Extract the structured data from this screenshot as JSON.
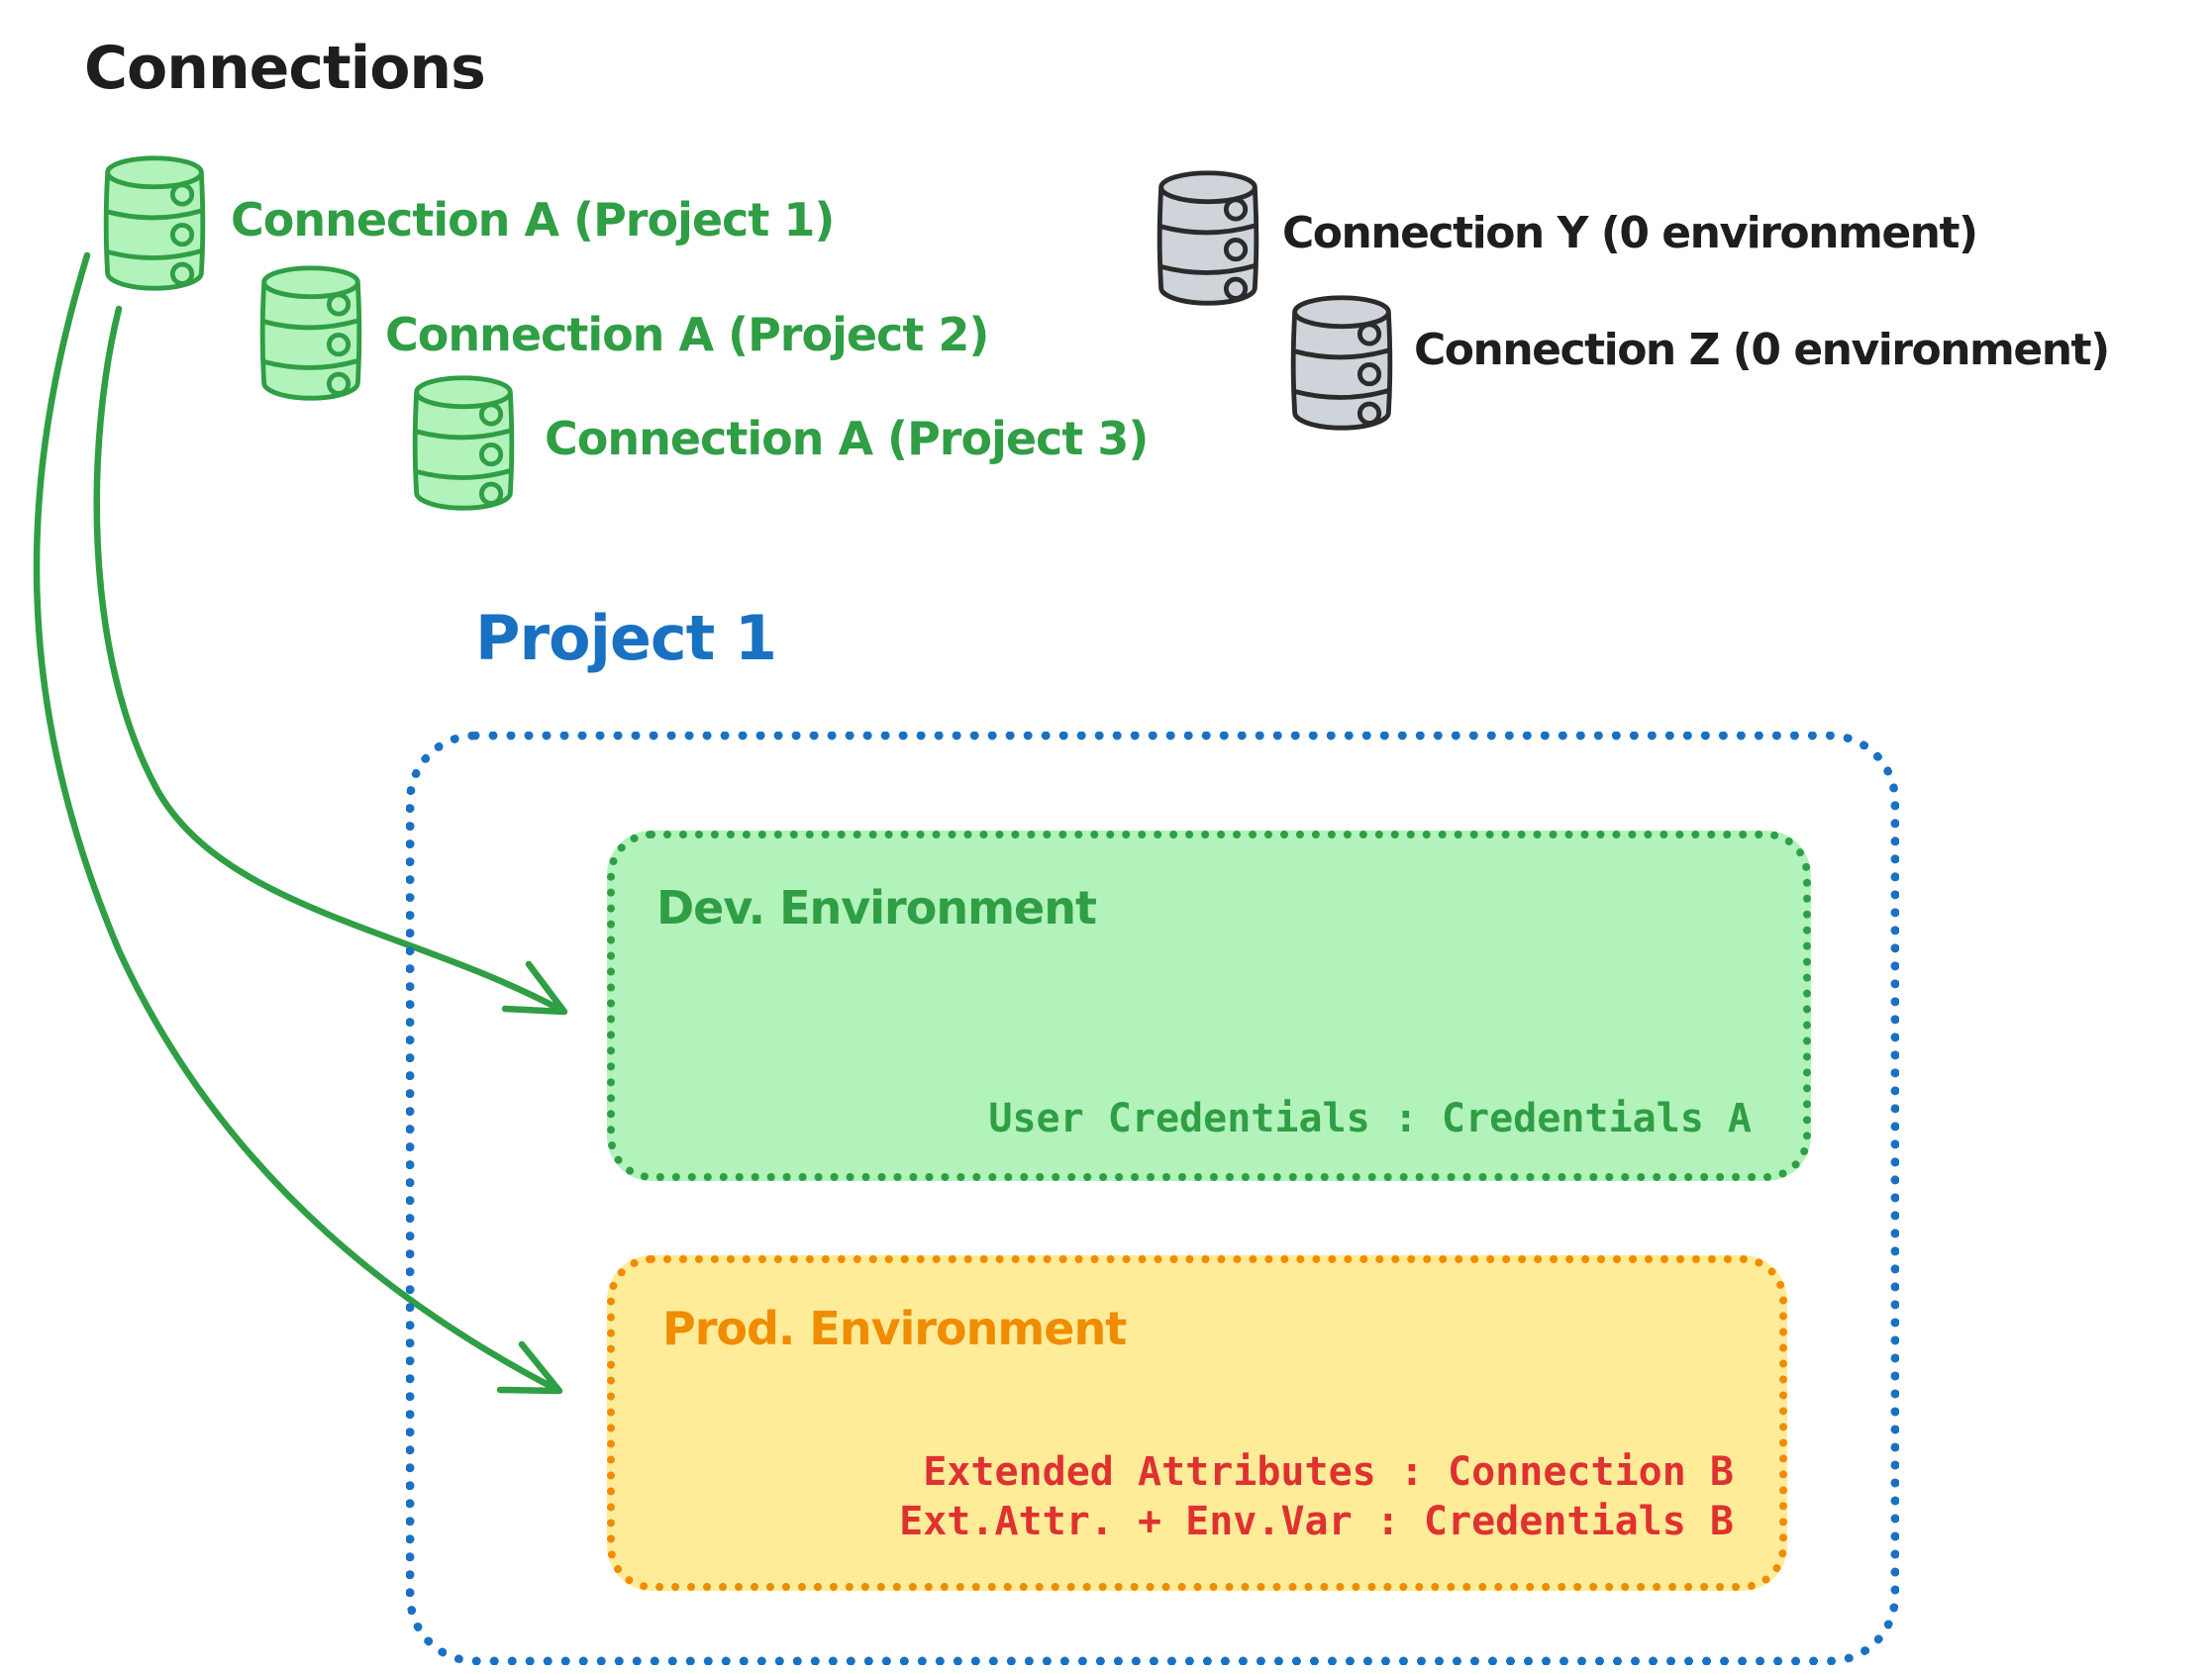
{
  "title": "Connections",
  "colors": {
    "ink": "#1e1e1e",
    "green": "#2f9e44",
    "green-fill": "#b2f2bb",
    "blue": "#1971c2",
    "orange": "#f08c00",
    "yellow-fill": "#ffec99",
    "red": "#e03131",
    "gray-fill": "#ced4da",
    "gray-stroke": "#2b2b2b"
  },
  "connections": {
    "project_a": [
      {
        "label": "Connection A (Project 1)"
      },
      {
        "label": "Connection A (Project 2)"
      },
      {
        "label": "Connection A (Project 3)"
      }
    ],
    "unassigned": [
      {
        "label": "Connection Y (0 environment)"
      },
      {
        "label": "Connection Z (0 environment)"
      }
    ]
  },
  "project": {
    "title": "Project 1",
    "environments": [
      {
        "name": "Dev. Environment",
        "mappings": [
          "User Credentials : Credentials A"
        ]
      },
      {
        "name": "Prod. Environment",
        "mappings": [
          "Extended Attributes : Connection B",
          "Ext.Attr. + Env.Var : Credentials B"
        ]
      }
    ]
  }
}
